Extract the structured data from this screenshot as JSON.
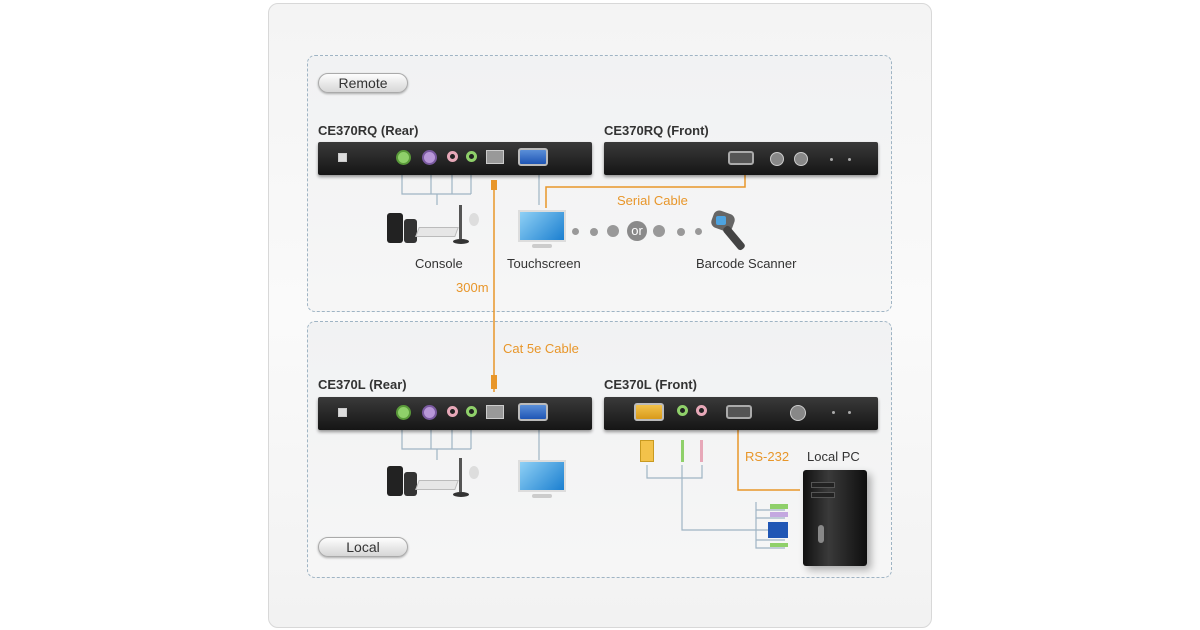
{
  "zones": {
    "remote": "Remote",
    "local": "Local"
  },
  "devices": {
    "remote_rear": "CE370RQ (Rear)",
    "remote_front": "CE370RQ (Front)",
    "local_rear": "CE370L (Rear)",
    "local_front": "CE370L (Front)"
  },
  "labels": {
    "console": "Console",
    "touchscreen": "Touchscreen",
    "or": "or",
    "barcode": "Barcode Scanner",
    "local_pc": "Local PC"
  },
  "cables": {
    "serial": "Serial Cable",
    "distance": "300m",
    "cat5e": "Cat 5e Cable",
    "rs232": "RS-232"
  },
  "colors": {
    "cable": "#e8962a",
    "wire": "#9fb4c4",
    "device": "#1e1e1e"
  }
}
